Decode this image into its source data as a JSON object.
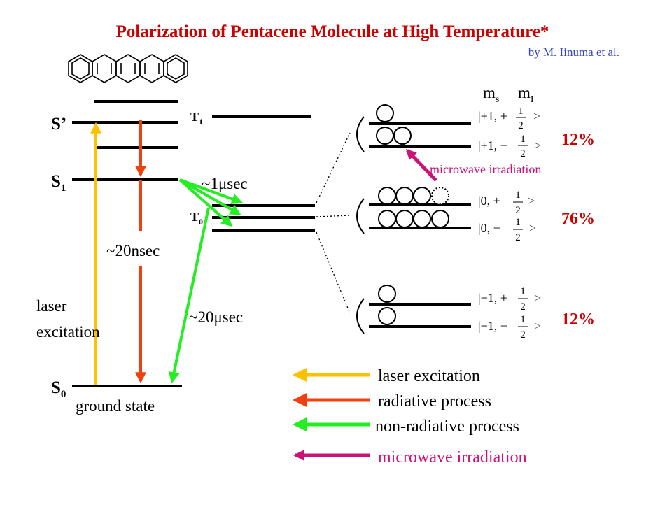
{
  "title": "Polarization of Pentacene Molecule at High Temperature*",
  "byline": "by M. Iinuma et al.",
  "levels": {
    "s_prime": "S’",
    "s1": "S",
    "s1_sub": "1",
    "s0": "S",
    "s0_sub": "0",
    "t1": "T",
    "t1_sub": "1",
    "t0": "T",
    "t0_sub": "0",
    "ground": "ground state"
  },
  "labels": {
    "laser_line1": "laser",
    "laser_line2": "excitation",
    "t_20nsec": "~20nsec",
    "t_1usec": "~1μsec",
    "t_20usec": "~20μsec",
    "ms": "m",
    "ms_sub": "s",
    "mi": "m",
    "mi_sub": "I",
    "mw": "microwave irradiation"
  },
  "states": [
    {
      "ket": "|+1, +",
      "percent": "12%"
    },
    {
      "ket": "|+1, −",
      "percent": ""
    },
    {
      "ket": "|0, +",
      "percent": "76%"
    },
    {
      "ket": "|0, −",
      "percent": ""
    },
    {
      "ket": "|−1, +",
      "percent": "12%"
    },
    {
      "ket": "|−1, −",
      "percent": ""
    }
  ],
  "half": {
    "num": "1",
    "den": "2",
    "close": ">"
  },
  "legend": [
    {
      "label": "laser excitation",
      "color": "#FFC000"
    },
    {
      "label": "radiative process",
      "color": "#F04010"
    },
    {
      "label": "non-radiative process",
      "color": "#22EE22"
    },
    {
      "label": "microwave irradiation",
      "color": "#CC1177"
    }
  ],
  "colors": {
    "title": "#CC0000",
    "byline": "#3344CC",
    "percent": "#CC0000",
    "microwave_text": "#CC1177",
    "laser": "#FFC000",
    "radiative": "#F04010",
    "nonradiative": "#22EE22",
    "microwave": "#CC1177"
  }
}
